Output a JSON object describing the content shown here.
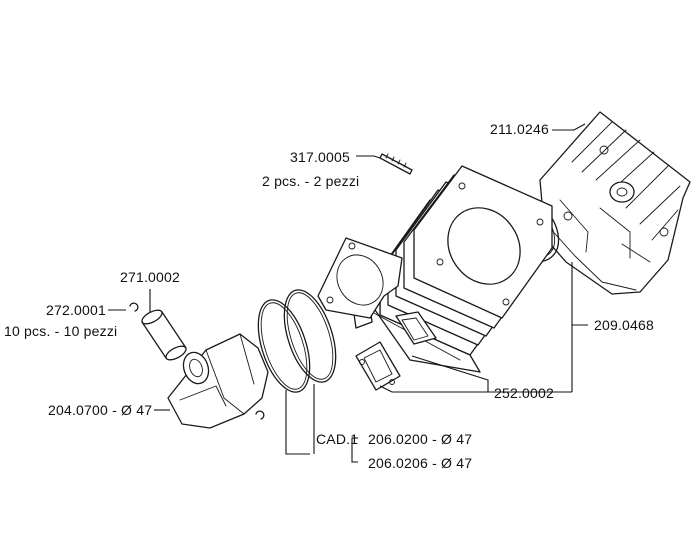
{
  "parts": {
    "head": {
      "code": "211.0246"
    },
    "stud": {
      "code": "317.0005",
      "qty": "2 pcs. - 2 pezzi"
    },
    "head_gasket": {
      "code": "209.0468"
    },
    "base_gasket": {
      "code": "252.0002"
    },
    "pin": {
      "code": "271.0002"
    },
    "clip": {
      "code": "272.0001",
      "qty": "10 pcs. - 10 pezzi"
    },
    "piston": {
      "code": "204.0700 - Ø 47"
    },
    "rings": {
      "group": "CAD.1",
      "variant_a": "206.0200 - Ø 47",
      "variant_b": "206.0206 - Ø 47"
    }
  },
  "colors": {
    "ink": "#1a1a1a",
    "paper": "#ffffff"
  }
}
